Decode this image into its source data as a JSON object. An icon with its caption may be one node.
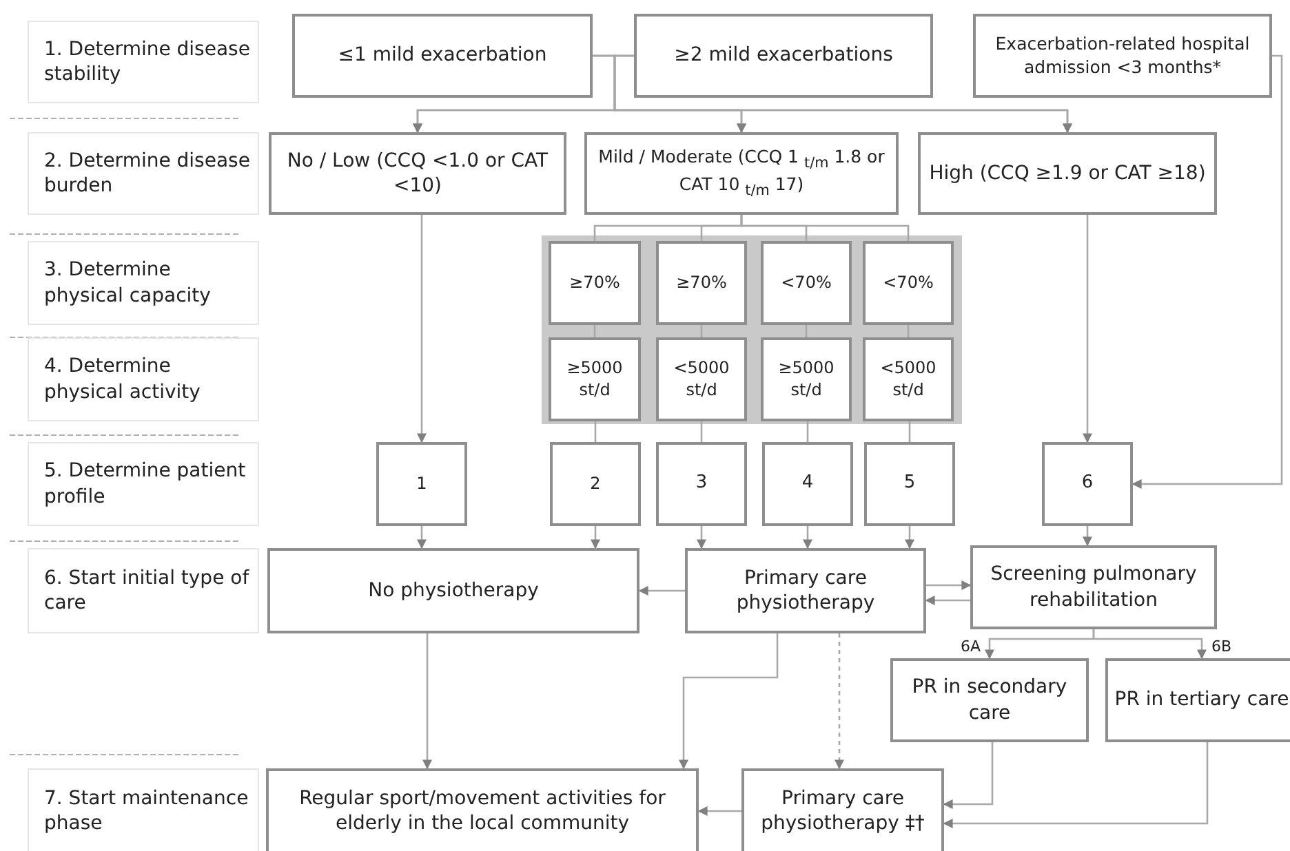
{
  "diagram": {
    "nodes": [
      {
        "text": [
          "1. Determine disease stability"
        ]
      },
      {
        "text": [
          "2. Determine disease burden"
        ]
      },
      {
        "text": [
          "3. Determine physical capacity"
        ]
      },
      {
        "text": [
          "4. Determine physical activity"
        ]
      },
      {
        "text": [
          "5. Determine patient profile"
        ]
      },
      {
        "text": [
          "6. Start initial type of care"
        ]
      },
      {
        "text": [
          "7. Start maintenance phase"
        ]
      },
      {
        "text": [
          "≤1 mild exacerbation"
        ]
      },
      {
        "text": [
          "≥2 mild exacerbations"
        ]
      },
      {
        "text": [
          "Exacerbation-related hospital admission <3 months*"
        ]
      },
      {
        "text": [
          "No / Low (CCQ <1.0 or CAT <10)"
        ]
      },
      {
        "text": [
          "Mild / Moderate (CCQ 1 $_{t/m}$ 1.8 or CAT 10 $_{t/m}$ 17)"
        ]
      },
      {
        "text": [
          "High (CCQ ≥1.9 or CAT ≥18)"
        ]
      },
      {
        "text": [
          "≥70%"
        ]
      },
      {
        "text": [
          "≥70%"
        ]
      },
      {
        "text": [
          "<70%"
        ]
      },
      {
        "text": [
          "<70%"
        ]
      },
      {
        "text": [
          "≥5000 st/d"
        ]
      },
      {
        "text": [
          "<5000 st/d"
        ]
      },
      {
        "text": [
          "≥5000 st/d"
        ]
      },
      {
        "text": [
          "<5000 st/d"
        ]
      },
      {
        "text": [
          "1"
        ]
      },
      {
        "text": [
          "2"
        ]
      },
      {
        "text": [
          "3"
        ]
      },
      {
        "text": [
          "4"
        ]
      },
      {
        "text": [
          "5"
        ]
      },
      {
        "text": [
          "6"
        ]
      },
      {
        "text": [
          "No physiotherapy"
        ]
      },
      {
        "text": [
          "Primary care physiotherapy"
        ]
      },
      {
        "text": [
          "Screening pulmonary rehabilitation"
        ]
      },
      {
        "text": [
          "PR in secondary care"
        ]
      },
      {
        "text": [
          "PR in tertiary care"
        ]
      },
      {
        "text": [
          "Regular sport/movement activities for elderly in the local community"
        ]
      },
      {
        "text": [
          "Primary care physiotherapy ‡†"
        ]
      }
    ],
    "edges": [
      {
        "from": 7,
        "to": 10,
        "arrow": "to"
      },
      {
        "from": 7,
        "to": 11,
        "arrow": "to"
      },
      {
        "from": 7,
        "to": 12,
        "arrow": "to"
      },
      {
        "from": 8,
        "to": 10,
        "arrow": "to"
      },
      {
        "from": 8,
        "to": 11,
        "arrow": "to"
      },
      {
        "from": 8,
        "to": 12,
        "arrow": "to"
      },
      {
        "from": 9,
        "to": 26,
        "arrow": "to"
      },
      {
        "from": 10,
        "to": 21,
        "arrow": "to"
      },
      {
        "from": 11,
        "to": 13,
        "arrow": "none"
      },
      {
        "from": 11,
        "to": 14,
        "arrow": "none"
      },
      {
        "from": 11,
        "to": 15,
        "arrow": "none"
      },
      {
        "from": 11,
        "to": 16,
        "arrow": "none"
      },
      {
        "from": 13,
        "to": 17,
        "arrow": "none"
      },
      {
        "from": 14,
        "to": 18,
        "arrow": "none"
      },
      {
        "from": 15,
        "to": 19,
        "arrow": "none"
      },
      {
        "from": 16,
        "to": 20,
        "arrow": "none"
      },
      {
        "from": 17,
        "to": 22,
        "arrow": "none"
      },
      {
        "from": 18,
        "to": 23,
        "arrow": "none"
      },
      {
        "from": 19,
        "to": 24,
        "arrow": "none"
      },
      {
        "from": 20,
        "to": 25,
        "arrow": "none"
      },
      {
        "from": 12,
        "to": 26,
        "arrow": "to"
      },
      {
        "from": 21,
        "to": 27,
        "arrow": "to"
      },
      {
        "from": 22,
        "to": 27,
        "arrow": "to"
      },
      {
        "from": 23,
        "to": 28,
        "arrow": "to"
      },
      {
        "from": 24,
        "to": 28,
        "arrow": "to"
      },
      {
        "from": 25,
        "to": 28,
        "arrow": "to"
      },
      {
        "from": 26,
        "to": 29,
        "arrow": "to"
      },
      {
        "from": 28,
        "to": 27,
        "arrow": "to"
      },
      {
        "from": 28,
        "to": 29,
        "arrow": "to"
      },
      {
        "from": 29,
        "to": 28,
        "arrow": "to"
      },
      {
        "from": 29,
        "to": 30,
        "arrow": "to",
        "label": "6A"
      },
      {
        "from": 29,
        "to": 31,
        "arrow": "to",
        "label": "6B"
      },
      {
        "from": 27,
        "to": 32,
        "arrow": "to"
      },
      {
        "from": 28,
        "to": 32,
        "arrow": "to"
      },
      {
        "from": 28,
        "to": 33,
        "arrow": "to",
        "style": "dashed"
      },
      {
        "from": 30,
        "to": 33,
        "arrow": "to"
      },
      {
        "from": 31,
        "to": 33,
        "arrow": "to"
      },
      {
        "from": 33,
        "to": 32,
        "arrow": "to"
      }
    ]
  }
}
